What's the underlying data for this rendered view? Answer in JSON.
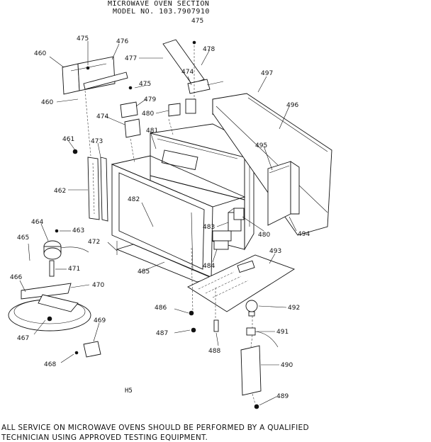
{
  "header": {
    "line1": "MICROWAVE OVEN SECTION",
    "line2": "MODEL NO. 103.7907910"
  },
  "page_marker": "H5",
  "footer": {
    "line1": "ALL SERVICE ON MICROWAVE OVENS SHOULD BE PERFORMED BY A QUALIFIED",
    "line2": "TECHNICIAN USING APPROVED TESTING EQUIPMENT."
  },
  "callouts": [
    "475",
    "476",
    "460",
    "460",
    "475",
    "477",
    "478",
    "474",
    "475",
    "479",
    "480",
    "474",
    "497",
    "496",
    "461",
    "473",
    "481",
    "495",
    "462",
    "482",
    "464",
    "463",
    "465",
    "472",
    "483",
    "480",
    "484",
    "494",
    "493",
    "471",
    "485",
    "466",
    "470",
    "486",
    "492",
    "469",
    "487",
    "491",
    "488",
    "467",
    "490",
    "468",
    "489"
  ]
}
